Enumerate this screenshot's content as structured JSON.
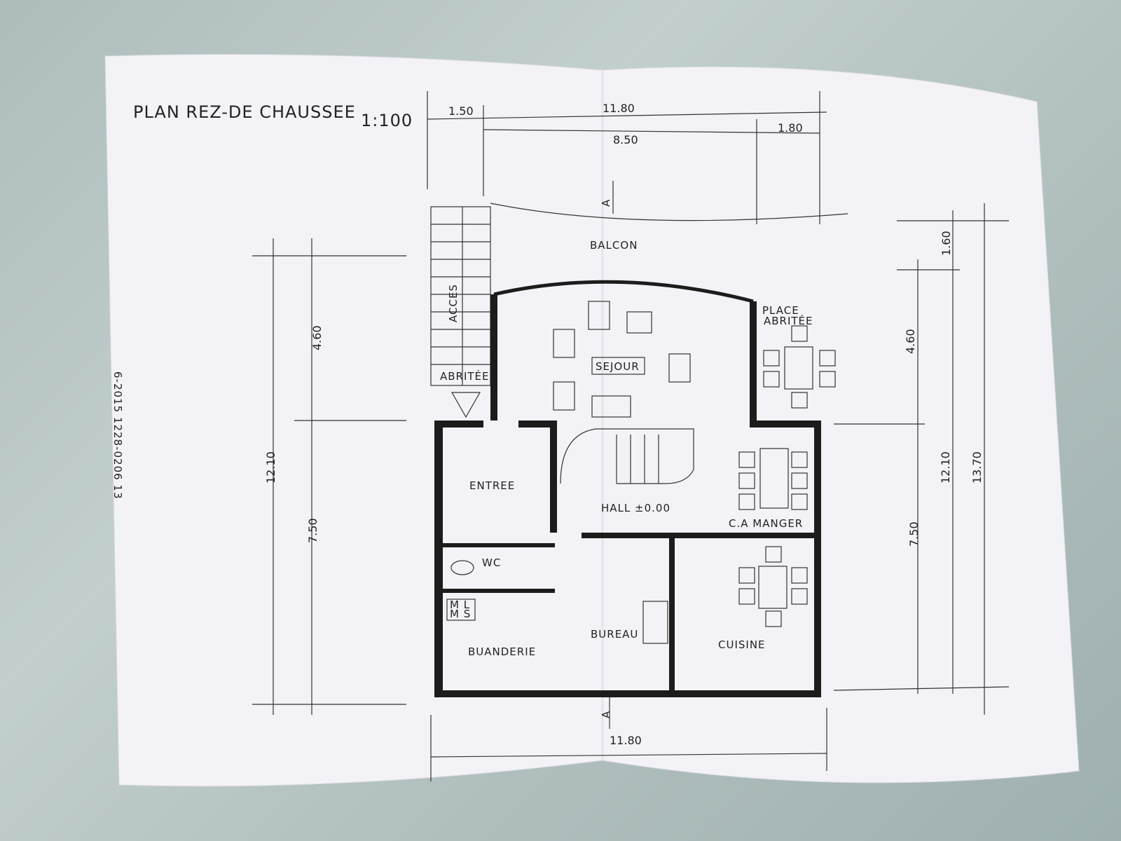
{
  "title": "PLAN REZ-DE CHAUSSEE",
  "scale": "1:100",
  "reference": "6-2015 1228-0206 13",
  "rooms": {
    "balcon": "BALCON",
    "acces": "ACCES",
    "abritee": "ABRITÉE",
    "sejour": "SEJOUR",
    "place_abritee_1": "PLACE",
    "place_abritee_2": "ABRITÉE",
    "entree": "ENTREE",
    "hall": "HALL ±0.00",
    "ca_manger": "C.A MANGER",
    "wc": "WC",
    "ml": "M L",
    "ms": "M S",
    "buanderie": "BUANDERIE",
    "bureau": "BUREAU",
    "cuisine": "CUISINE"
  },
  "section_marks": {
    "top": "A",
    "bottom": "A"
  },
  "dimensions": {
    "top_left": "1.50",
    "top_total": "11.80",
    "top_mid": "8.50",
    "top_right": "1.80",
    "left_upper": "4.60",
    "left_total": "12.10",
    "left_lower": "7.50",
    "right_top": "1.60",
    "right_upper": "4.60",
    "right_lower": "7.50",
    "right_total_a": "12.10",
    "right_total_b": "13.70",
    "bottom_total": "11.80"
  }
}
